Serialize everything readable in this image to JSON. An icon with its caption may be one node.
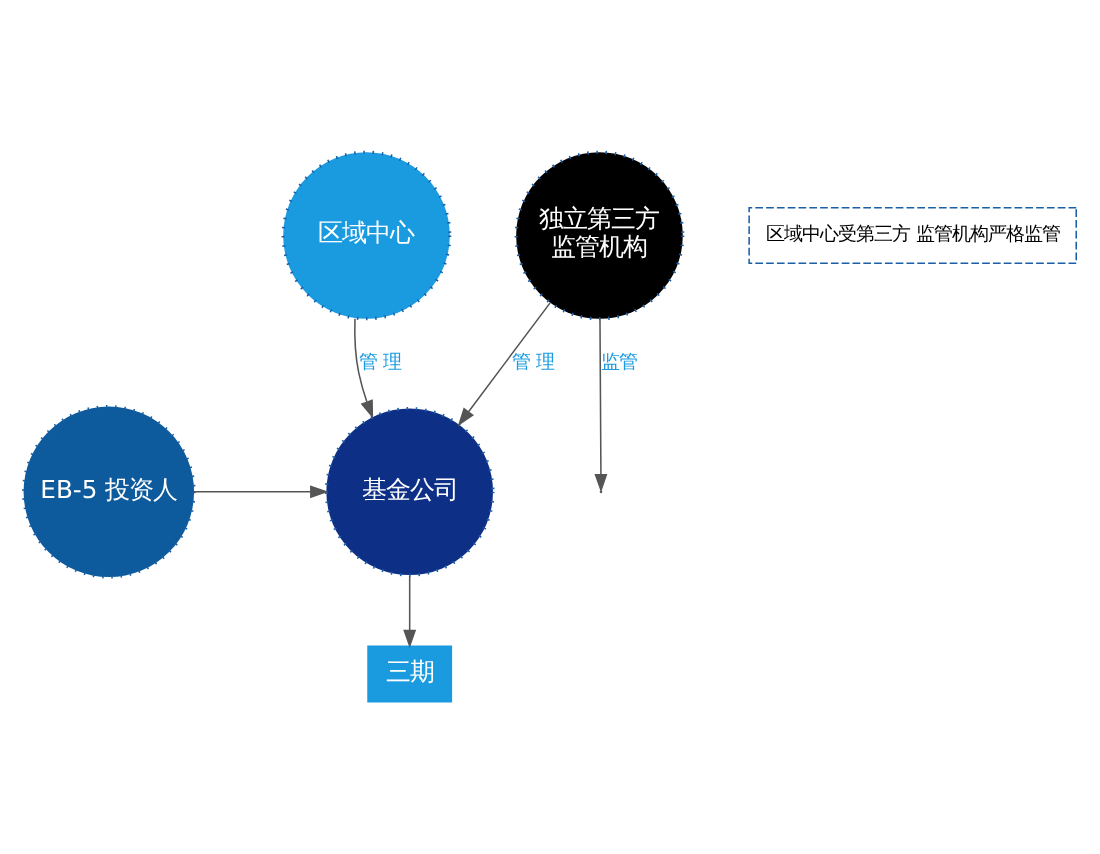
{
  "diagram": {
    "nodes": [
      {
        "text": [
          "区域中心"
        ]
      },
      {
        "text": [
          "独立第三方",
          "监管机构"
        ]
      },
      {
        "text": [
          "EB-5 投资人"
        ]
      },
      {
        "text": [
          "基金公司"
        ]
      },
      {
        "text": [
          "三期"
        ]
      }
    ],
    "edges": [
      {
        "from": 0,
        "to": 3,
        "arrow": "to",
        "label": "管 理"
      },
      {
        "from": 1,
        "to": null,
        "arrow": "to",
        "label": "监管"
      },
      {
        "from": 1,
        "to": 3,
        "arrow": "to",
        "label": "管 理"
      },
      {
        "from": 2,
        "to": 3,
        "arrow": "to"
      },
      {
        "from": 3,
        "to": 4,
        "arrow": "to"
      }
    ],
    "labels": [
      "区域中心受第三方 监管机构严格监管"
    ]
  }
}
